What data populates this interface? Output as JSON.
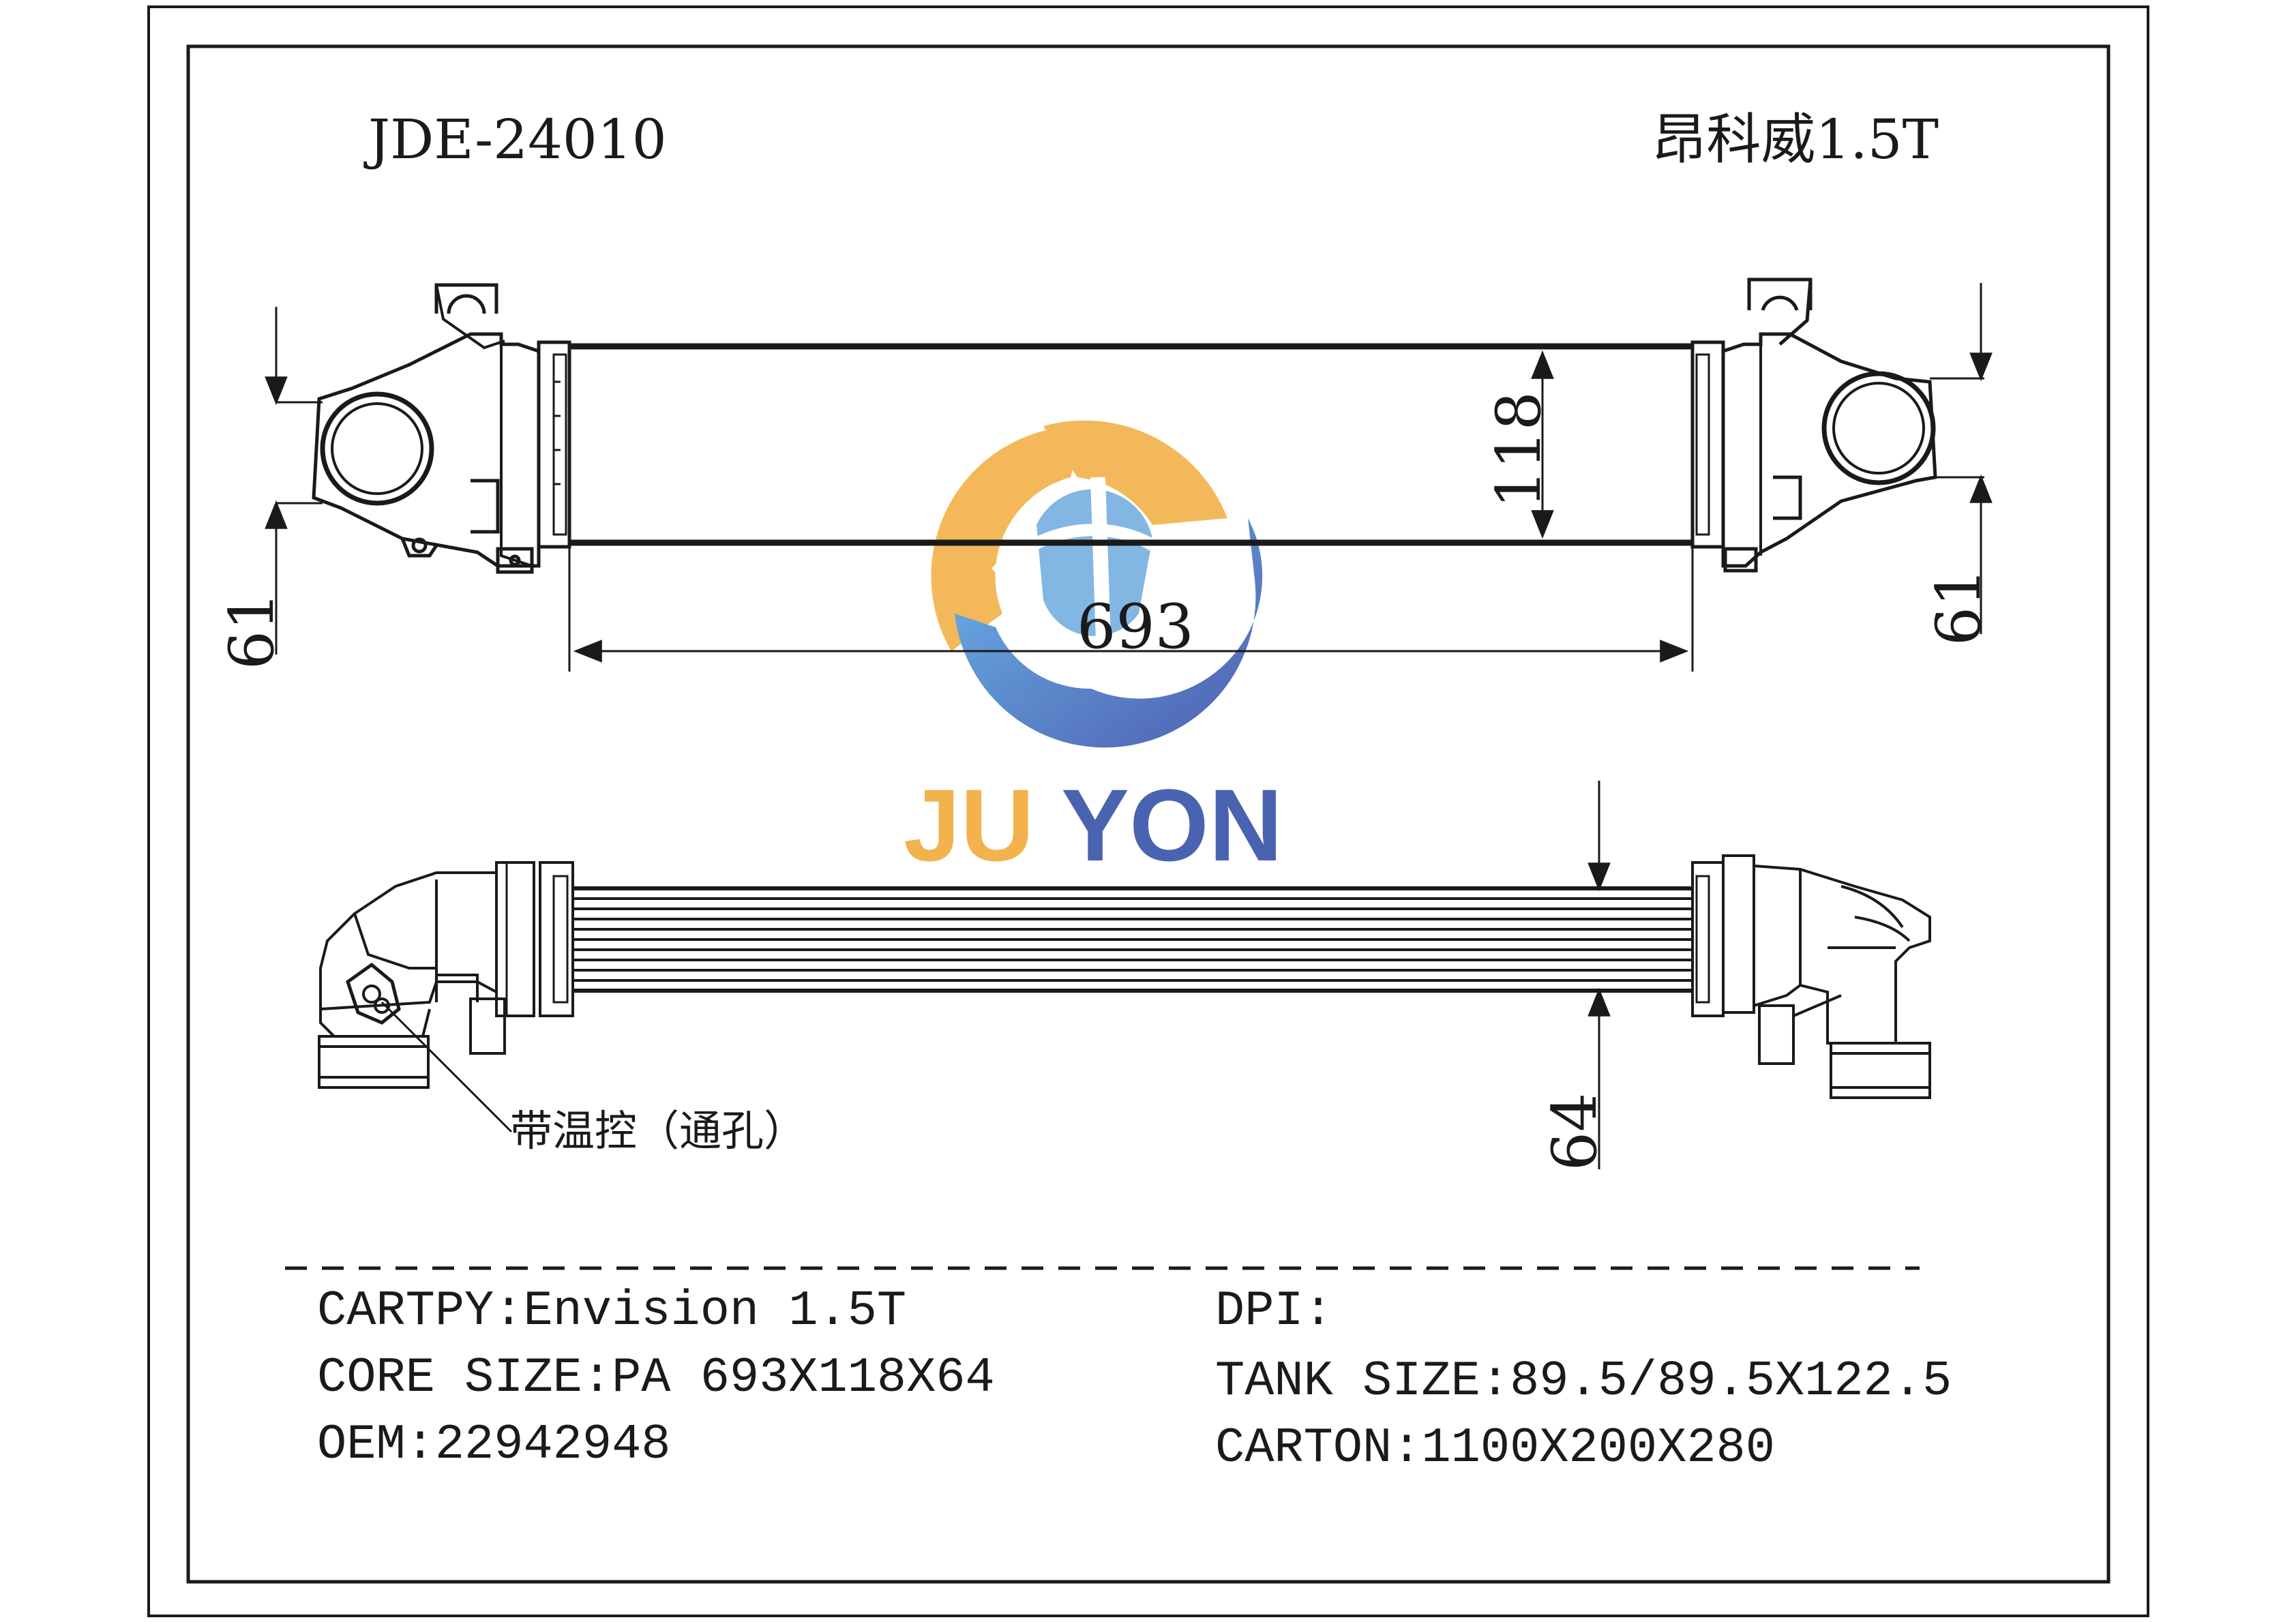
{
  "header": {
    "part_number": "JDE-24010",
    "vehicle_cn": "昂科威1.5T"
  },
  "dimensions": {
    "core_length": "693",
    "core_height": "118",
    "inlet_left": "61",
    "inlet_right": "61",
    "core_depth": "64"
  },
  "annotation": {
    "thermostat_note": "带温控（通孔）"
  },
  "logo": {
    "text_ju": "JU",
    "text_yon": "YON",
    "color_orange": "#F2B24C",
    "color_blue": "#4A63B0",
    "color_light_blue": "#5B9BD5"
  },
  "specs": {
    "cartpy": "CARTPY:Envision 1.5T",
    "core_size": "CORE SIZE:PA 693X118X64",
    "oem": "OEM:22942948",
    "dpi": "DPI:",
    "tank_size": "TANK SIZE:89.5/89.5X122.5",
    "carton": "CARTON:1100X200X280"
  },
  "icons": {
    "logo_mark": "juyon-logo-icon"
  }
}
